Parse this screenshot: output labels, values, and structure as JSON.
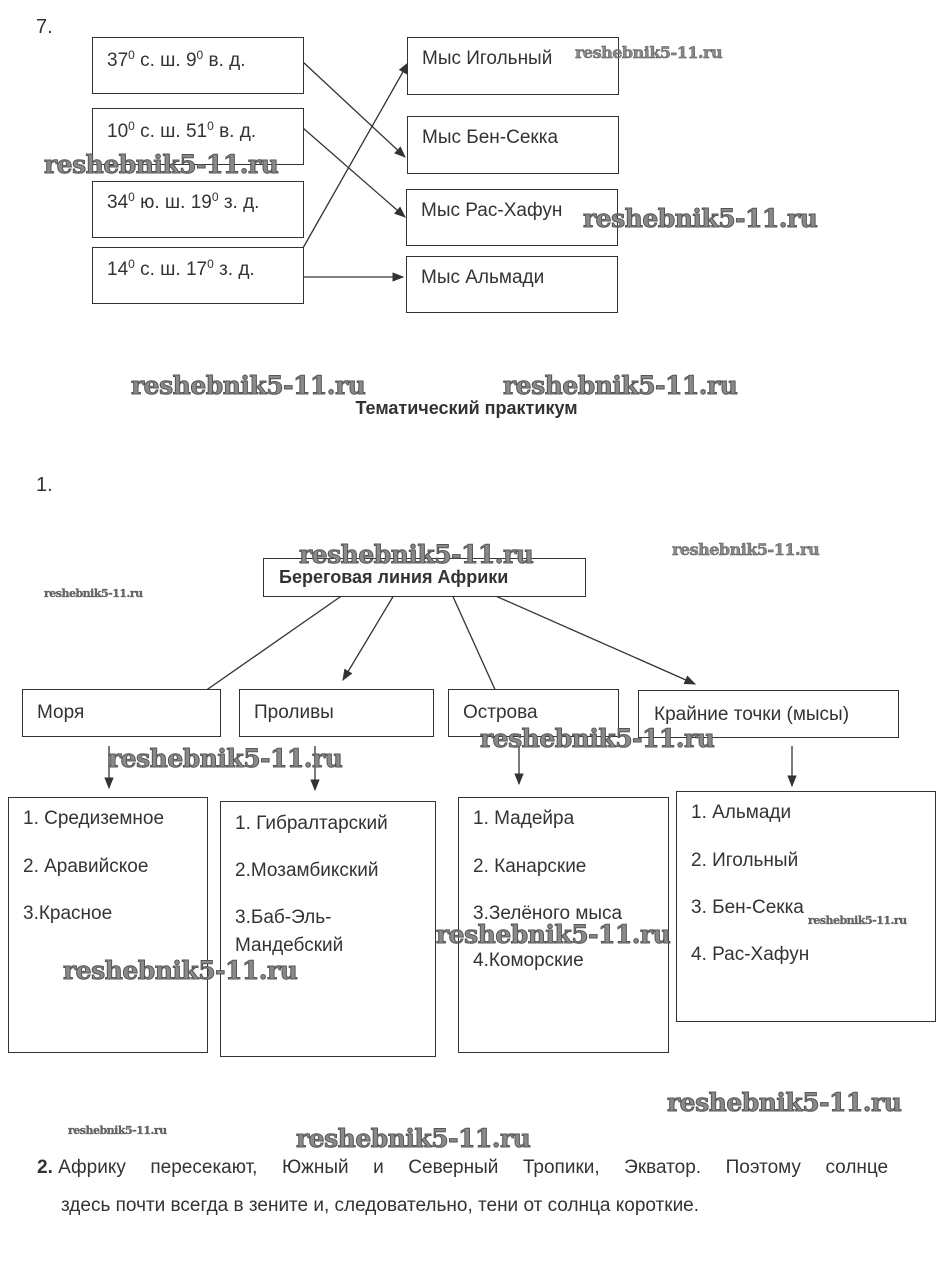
{
  "task7": {
    "number": "7.",
    "coordinates": [
      {
        "lat": "37",
        "lat_rest": " с. ш. ",
        "lon": "9",
        "lon_rest": " в. д."
      },
      {
        "lat": "10",
        "lat_rest": " с. ш. ",
        "lon": "51",
        "lon_rest": " в. д."
      },
      {
        "lat": "34",
        "lat_rest": " ю. ш. ",
        "lon": "19",
        "lon_rest": " з. д."
      },
      {
        "lat": "14",
        "lat_rest": " с. ш. ",
        "lon": "17",
        "lon_rest": " з. д."
      }
    ],
    "degree_mark": "0",
    "capes": [
      "Мыс Игольный",
      "Мыс Бен-Секка",
      "Мыс Рас-Хафун",
      "Мыс Альмади"
    ],
    "matches": [
      [
        0,
        1
      ],
      [
        1,
        2
      ],
      [
        3,
        0
      ],
      [
        3,
        3
      ]
    ]
  },
  "section_title": "Тематический практикум",
  "task1": {
    "number": "1.",
    "root": "Береговая линия Африки",
    "categories": [
      {
        "label": "Моря",
        "items": [
          "1. Средиземное",
          "2. Аравийское",
          "3.Красное"
        ]
      },
      {
        "label": "Проливы",
        "items": [
          "1. Гибралтарский",
          "2.Мозамбикский",
          "3.Баб-Эль-",
          "Мандебский"
        ]
      },
      {
        "label": "Острова",
        "items": [
          "1. Мадейра",
          "2. Канарские",
          "3.Зелёного мыса",
          "4.Коморские"
        ]
      },
      {
        "label": "Крайние точки (мысы)",
        "items": [
          "1. Альмади",
          "2. Игольный",
          "3. Бен-Секка",
          "4. Рас-Хафун"
        ]
      }
    ]
  },
  "task2": {
    "number": "2.",
    "line1": "Африку пересекают, Южный и Северный Тропики, Экватор. Поэтому солнце",
    "line2": "здесь почти всегда в зените и, следовательно, тени от солнца короткие."
  },
  "watermark": "reshebnik5-11.ru"
}
